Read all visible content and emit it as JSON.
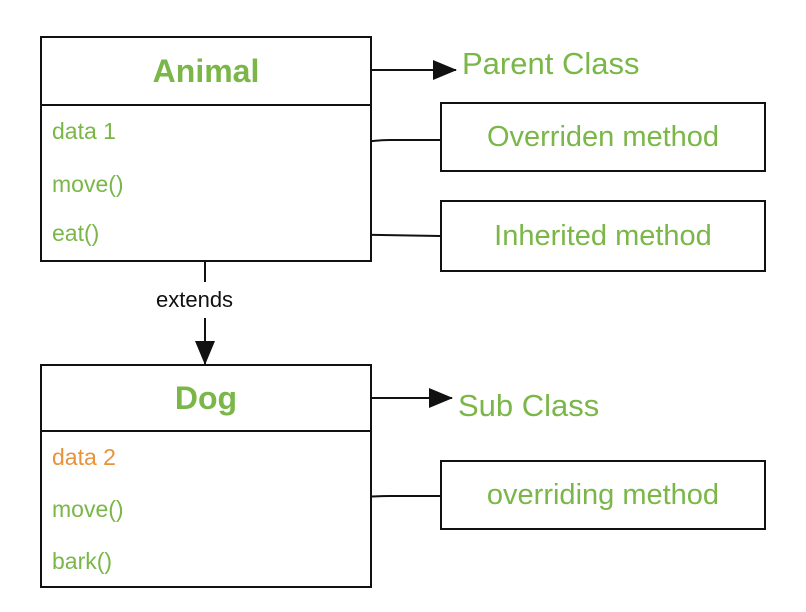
{
  "colors": {
    "green": "#7ab648",
    "orange": "#e8923a",
    "line": "#111111"
  },
  "parent": {
    "name": "Animal",
    "members": [
      {
        "text": "data 1",
        "kind": "field"
      },
      {
        "text": "move()",
        "kind": "method"
      },
      {
        "text": "eat()",
        "kind": "method"
      }
    ]
  },
  "child": {
    "name": "Dog",
    "members": [
      {
        "text": "data 2",
        "kind": "field"
      },
      {
        "text": "move()",
        "kind": "method"
      },
      {
        "text": "bark()",
        "kind": "method"
      }
    ]
  },
  "relationship": "extends",
  "labels": {
    "parent_class": "Parent Class",
    "sub_class": "Sub Class"
  },
  "callouts": {
    "overriden": "Overriden method",
    "inherited": "Inherited method",
    "overriding": "overriding method"
  }
}
